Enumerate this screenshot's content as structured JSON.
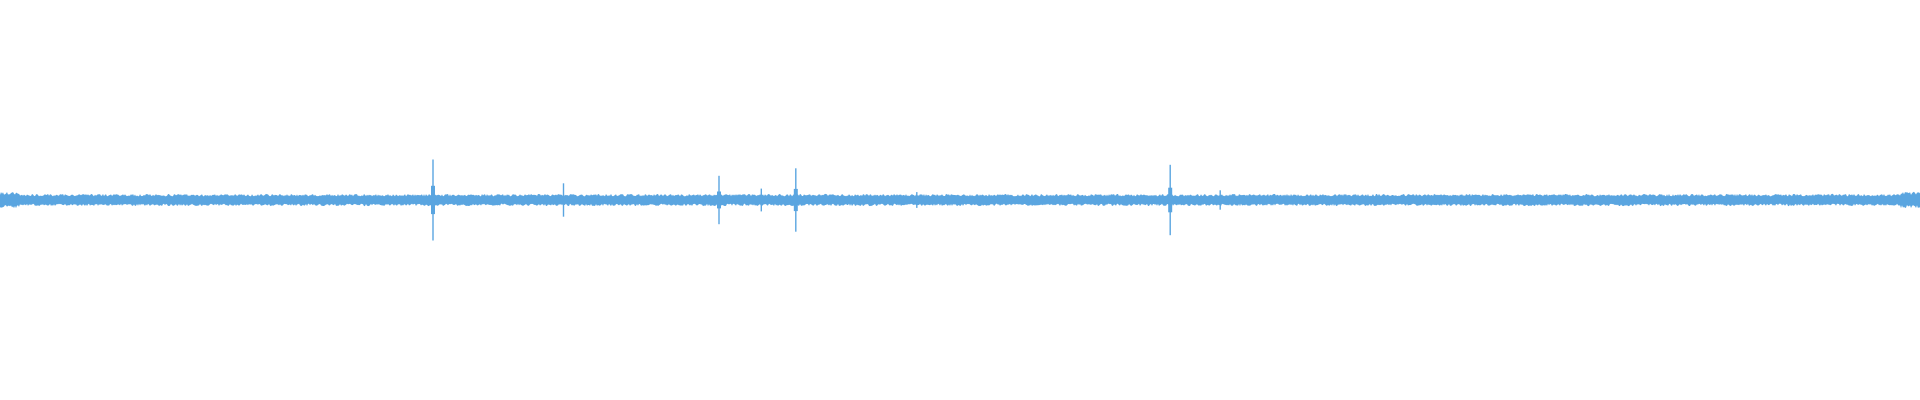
{
  "waveform": {
    "color": "#5aa5e0",
    "background": "#ffffff",
    "baseline_amplitude": 0.12,
    "peaks": [
      {
        "position": 0.2255,
        "amplitude": 0.92
      },
      {
        "position": 0.2935,
        "amplitude": 0.38
      },
      {
        "position": 0.3745,
        "amplitude": 0.55
      },
      {
        "position": 0.3965,
        "amplitude": 0.26
      },
      {
        "position": 0.4145,
        "amplitude": 0.72
      },
      {
        "position": 0.4775,
        "amplitude": 0.18
      },
      {
        "position": 0.6095,
        "amplitude": 0.8
      },
      {
        "position": 0.6355,
        "amplitude": 0.22
      }
    ]
  }
}
